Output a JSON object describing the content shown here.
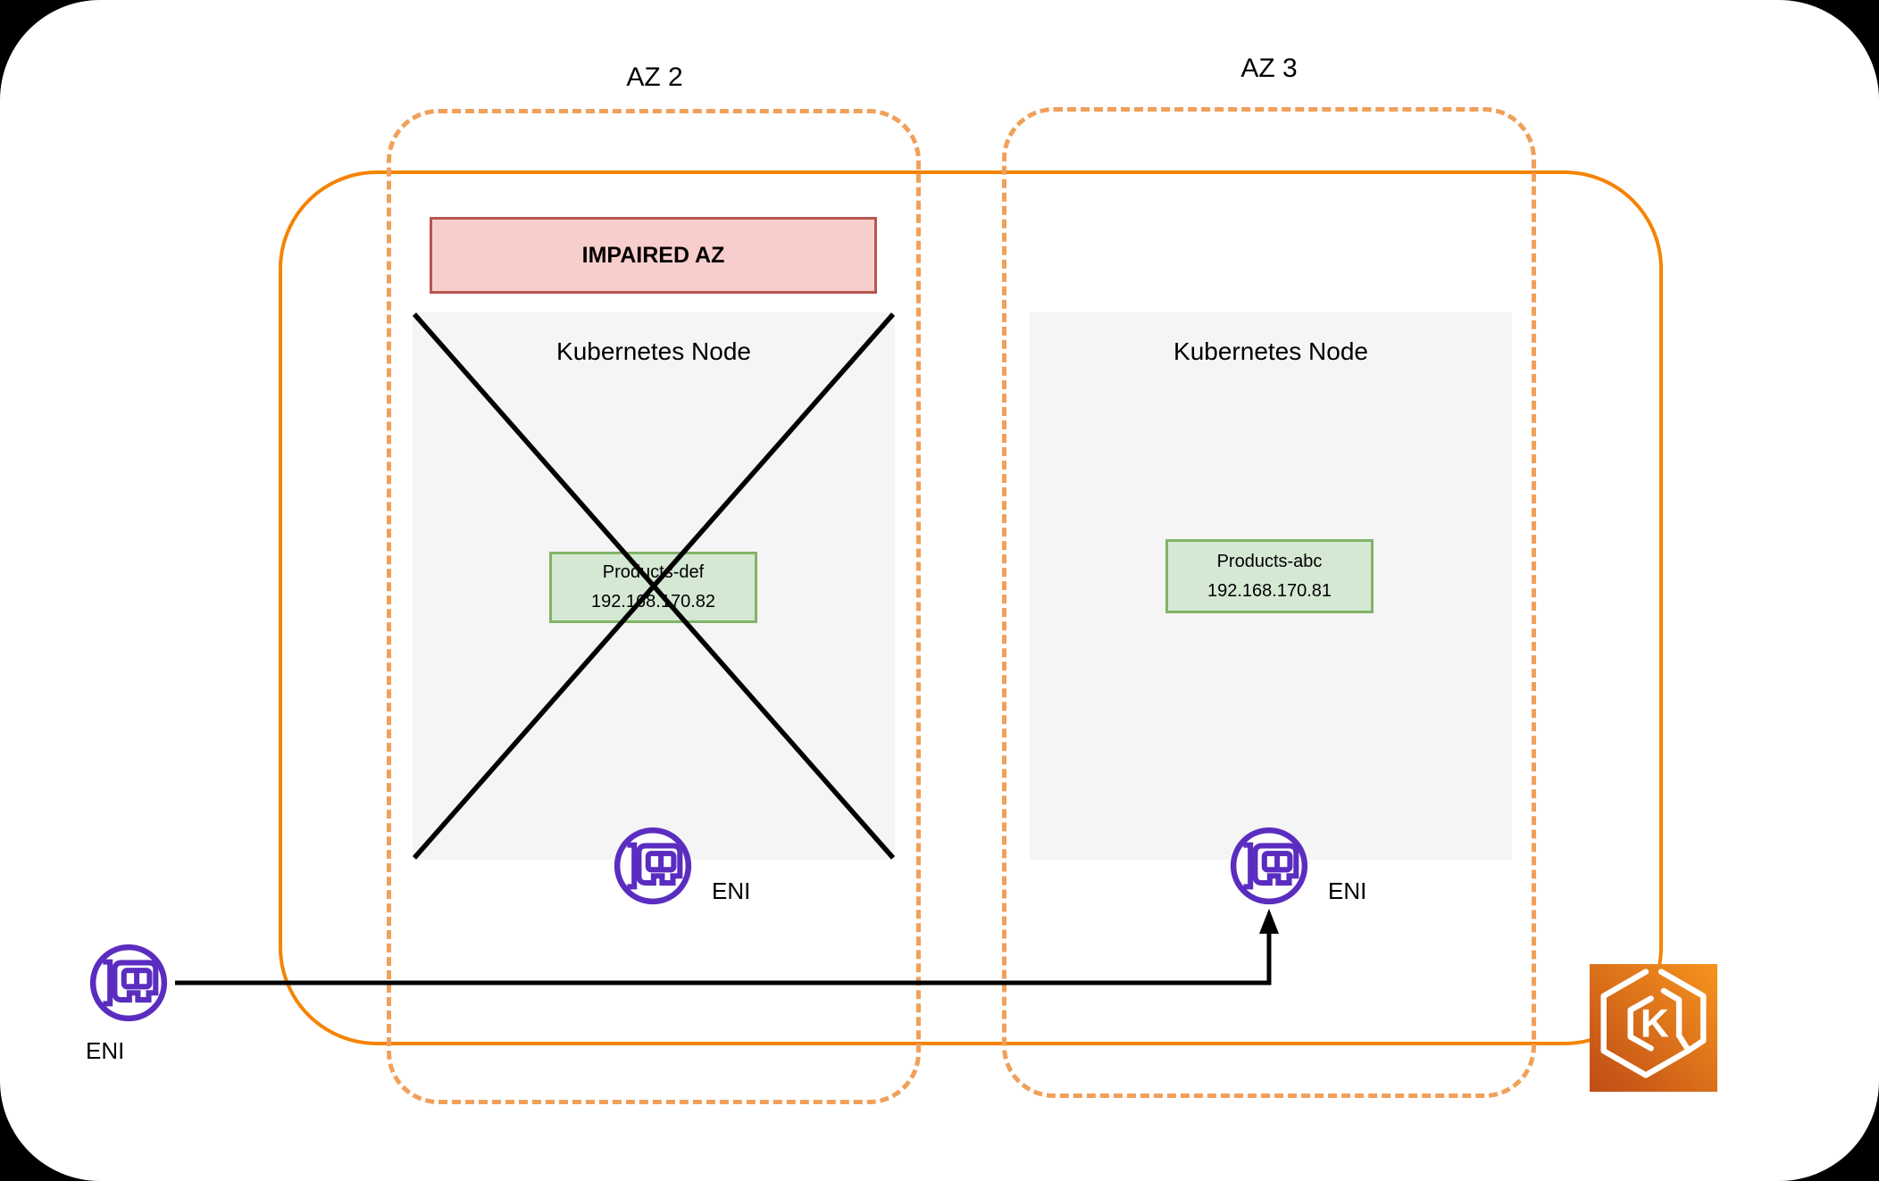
{
  "diagram": {
    "az2": {
      "label": "AZ 2"
    },
    "az3": {
      "label": "AZ 3"
    },
    "impaired_banner": {
      "label": "IMPAIRED AZ"
    },
    "node_left": {
      "title": "Kubernetes Node",
      "pod": {
        "name": "Products-def",
        "ip": "192.168.170.82"
      },
      "eni_label": "ENI"
    },
    "node_right": {
      "title": "Kubernetes Node",
      "pod": {
        "name": "Products-abc",
        "ip": "192.168.170.81"
      },
      "eni_label": "ENI"
    },
    "external_eni": {
      "label": "ENI"
    },
    "eks": {
      "letter": "K",
      "icon_name": "eks-kubernetes-service-icon"
    },
    "icon_names": {
      "eni": "elastic-network-interface-icon",
      "failure_cross": "failure-cross-icon"
    }
  },
  "colors": {
    "canvas_bg": "#FFFFFF",
    "cluster_orange": "#F58300",
    "az_dashed_orange": "#F0A05A",
    "impaired_fill": "#F8CECC",
    "impaired_stroke": "#B85450",
    "node_gray": "#F5F5F5",
    "pod_fill": "#D5E8D4",
    "pod_stroke": "#82B366",
    "eni_purple": "#5A2DC0",
    "eks_light": "#F6941E",
    "eks_dark": "#BF4C16"
  }
}
